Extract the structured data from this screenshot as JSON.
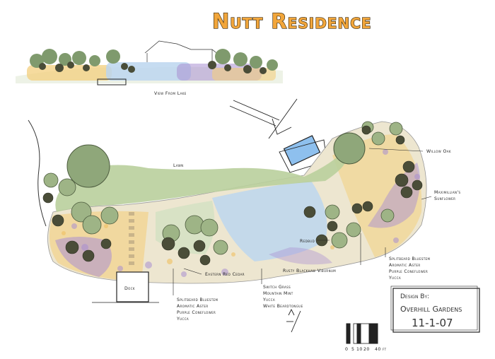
{
  "title": "Nutt Residence",
  "view_caption": "View From Lake",
  "labels": {
    "lawn": "Lawn",
    "willow_oak": "Willow Oak",
    "maximilian": [
      "Maximillian's",
      "Sunflower"
    ],
    "redbud": "Redbud",
    "viburnum": "Rusty Blackhaw Viburnum",
    "cedar": "Eastern Red Cedar",
    "dock": "Dock",
    "group_right": [
      "Splitbeard Bluestem",
      "Aromatic Aster",
      "Purple Coneflower",
      "Yucca"
    ],
    "group_center": [
      "Switch Grass",
      "Mountain Mint",
      "Yucca",
      "White Beardtongue"
    ],
    "group_left": [
      "Splitbeard Bluestem",
      "Aromatic Aster",
      "Purple Coneflower",
      "Yucca"
    ]
  },
  "design_box": {
    "heading": "Design By:",
    "company": "Overhill Gardens",
    "date": "11-1-07"
  },
  "scale_labels": [
    "0",
    "5",
    "10",
    "20",
    "40 ft"
  ],
  "colors": {
    "lawn": "#b9cf9c",
    "gravel_blue": "#bcd6ee",
    "flower_yellow": "#f3cf7e",
    "flower_purple": "#a98fd1",
    "tree_dark": "#4a4d38",
    "tree_green": "#8fa77a",
    "title_orange": "#f2a63b"
  }
}
